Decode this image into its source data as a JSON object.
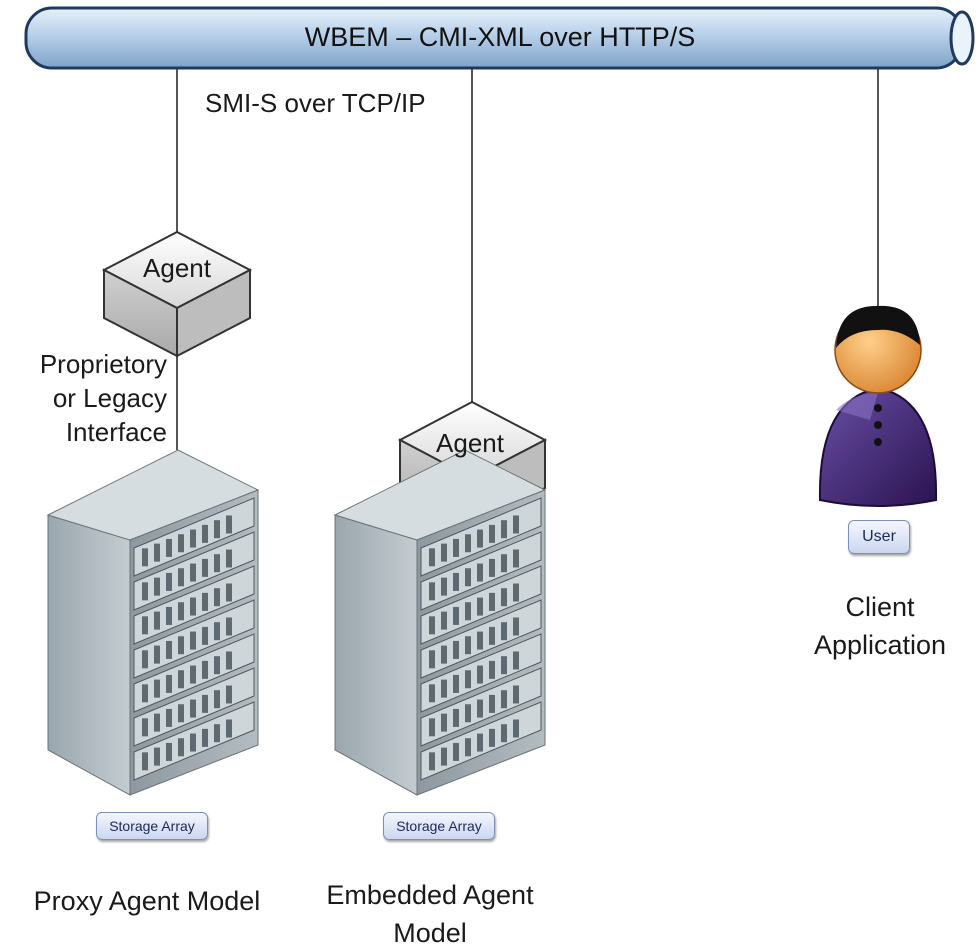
{
  "bus": {
    "label": "WBEM – CMI-XML over HTTP/S"
  },
  "protocol_label": "SMI-S over TCP/IP",
  "proxy": {
    "agent_label": "Agent",
    "interface_lines": [
      "Proprietory",
      "or Legacy",
      "Interface"
    ],
    "device_tag": "Storage Array",
    "model_caption": "Proxy Agent Model"
  },
  "embedded": {
    "agent_label": "Agent",
    "device_tag": "Storage Array",
    "model_caption_lines": [
      "Embedded Agent",
      "Model"
    ]
  },
  "client": {
    "user_tag": "User",
    "caption_lines": [
      "Client",
      "Application"
    ]
  },
  "colors": {
    "bus_fill": "#b7d0ea",
    "bus_stroke": "#1e3a5f",
    "rack_front": "#aab5bb",
    "rack_side": "#7f8b92",
    "agent_fill": "#e0e0e0",
    "user_body": "#3b1f6e",
    "user_face": "#f0a24a"
  }
}
